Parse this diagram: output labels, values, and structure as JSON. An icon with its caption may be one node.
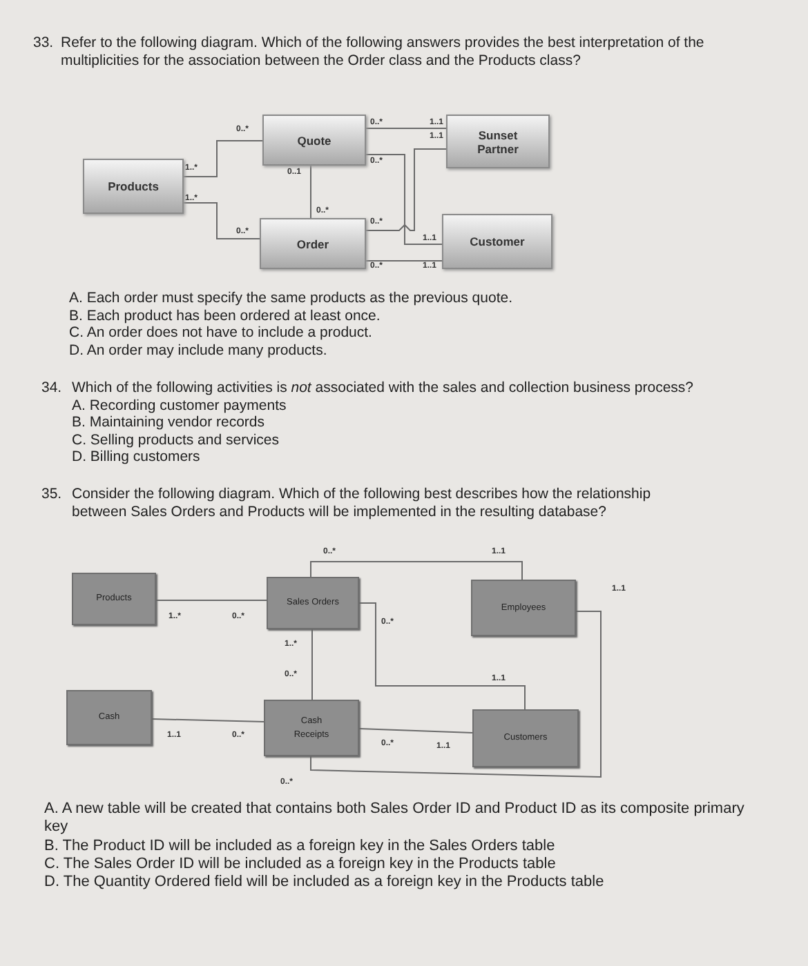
{
  "diagram": {
    "nodes": [
      {
        "text": [
          "Quote"
        ]
      },
      {
        "text": [
          "Sunset Partner"
        ]
      },
      {
        "text": [
          "Products"
        ]
      },
      {
        "text": [
          "Order"
        ]
      },
      {
        "text": [
          "Customer"
        ]
      },
      {
        "text": [
          "Products"
        ]
      },
      {
        "text": [
          "Sales Orders"
        ]
      },
      {
        "text": [
          "Employees"
        ]
      },
      {
        "text": [
          "Cash"
        ]
      },
      {
        "text": [
          "Cash Receipts"
        ]
      },
      {
        "text": [
          "Customers"
        ]
      }
    ],
    "edges": [
      {
        "from": 2,
        "to": 0,
        "arrow": "none"
      },
      {
        "from": 0,
        "to": 1,
        "arrow": "none"
      },
      {
        "from": 0,
        "to": 3,
        "arrow": "none"
      },
      {
        "from": 2,
        "to": 3,
        "arrow": "none"
      },
      {
        "from": 0,
        "to": 4,
        "arrow": "none"
      },
      {
        "from": 3,
        "to": 1,
        "arrow": "none"
      },
      {
        "from": 3,
        "to": 4,
        "arrow": "none"
      },
      {
        "from": 5,
        "to": 6,
        "arrow": "none"
      },
      {
        "from": 6,
        "to": 7,
        "arrow": "none"
      },
      {
        "from": 6,
        "to": 10,
        "arrow": "none"
      },
      {
        "from": 6,
        "to": 9,
        "arrow": "none"
      },
      {
        "from": 8,
        "to": 9,
        "arrow": "none"
      },
      {
        "from": 9,
        "to": 10,
        "arrow": "none"
      },
      {
        "from": 9,
        "to": 7,
        "arrow": "none"
      }
    ],
    "labels": [
      "33.",
      "Refer to the following diagram. Which of the following answers provides the best interpretation of the multiplicities for the association between the Order class and the Products class?",
      "0..*",
      "0..*",
      "1..1",
      "1..1",
      "1..*",
      "0..*",
      "0..1",
      "1..*",
      "0..*",
      "0..*",
      "0..*",
      "1..1",
      "0..*",
      "1..1",
      "A. Each order must specify the same products as the previous quote.",
      "B. Each product has been ordered at least once.",
      "C. An order does not have to include a product.",
      "D. An order may include many products.",
      "34.",
      "Which of the following activities is *not* associated with the sales and collection business process?",
      "A. Recording customer payments",
      "B. Maintaining vendor records",
      "C. Selling products and services",
      "D. Billing customers",
      "35.",
      "Consider the following diagram. Which of the following best describes how the relationship between Sales Orders and Products will be implemented in the resulting database?",
      "0..*",
      "1..1",
      "1..1",
      "1..*",
      "0..*",
      "0..*",
      "1..*",
      "0..*",
      "1..1",
      "1..1",
      "0..*",
      "0..*",
      "1..1",
      "0..*",
      "A. A new table will be created that contains both Sales Order ID and Product ID as its composite primary key",
      "B. The Product ID will be included as a foreign key in the Sales Orders table",
      "C. The Sales Order ID will be included as a foreign key in the Products table",
      "D. The Quantity Ordered field will be included as a foreign key in the Products table"
    ]
  }
}
